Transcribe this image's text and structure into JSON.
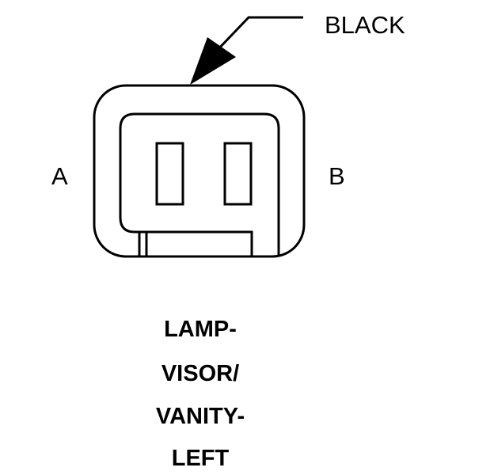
{
  "connector": {
    "color_label": "BLACK",
    "terminals": [
      {
        "label": "A"
      },
      {
        "label": "B"
      }
    ]
  },
  "caption": {
    "lines": [
      "LAMP-",
      "VISOR/",
      "VANITY-",
      "LEFT"
    ]
  },
  "colors": {
    "ink": "#000000",
    "background": "#ffffff"
  }
}
